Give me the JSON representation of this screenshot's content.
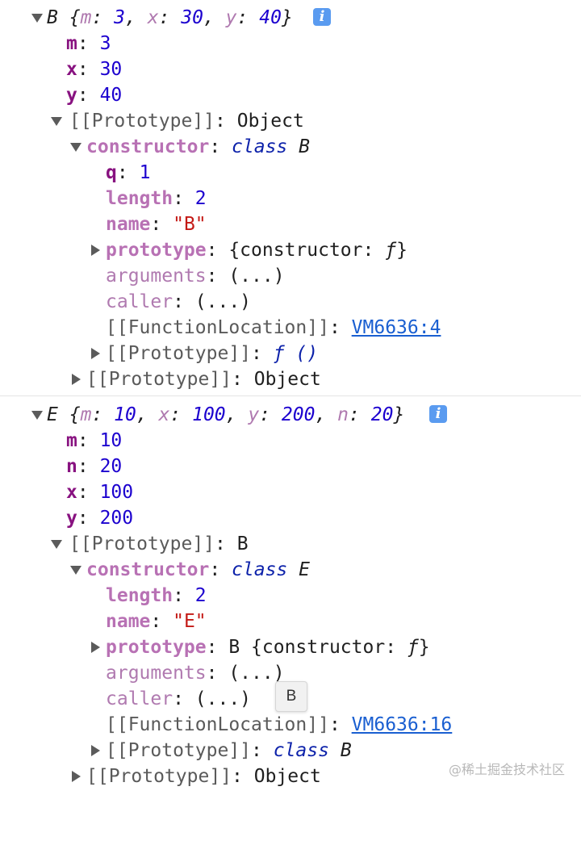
{
  "obj_b": {
    "summary": {
      "name": "B",
      "open": "{",
      "k1": "m",
      "v1": "3",
      "k2": "x",
      "v2": "30",
      "k3": "y",
      "v3": "40",
      "close": "}"
    },
    "props": [
      {
        "key": "m",
        "value": "3"
      },
      {
        "key": "x",
        "value": "30"
      },
      {
        "key": "y",
        "value": "40"
      }
    ],
    "proto_label": "[[Prototype]]",
    "proto_value": "Object",
    "constructor_key": "constructor",
    "class_kw": "class",
    "class_name": "B",
    "q_key": "q",
    "q_value": "1",
    "length_key": "length",
    "length_value": "2",
    "name_key": "name",
    "name_value": "\"B\"",
    "prototype_key": "prototype",
    "prototype_value": "{constructor: ",
    "prototype_f": "ƒ",
    "prototype_close": "}",
    "arguments_key": "arguments",
    "arguments_value": "(...)",
    "caller_key": "caller",
    "caller_value": "(...)",
    "fnloc_key": "[[FunctionLocation]]",
    "fnloc_value": "VM6636:4",
    "inner_proto_key": "[[Prototype]]",
    "inner_proto_value": "ƒ ()",
    "outer_proto_key": "[[Prototype]]",
    "outer_proto_value": "Object"
  },
  "obj_e": {
    "summary": {
      "name": "E",
      "open": "{",
      "k1": "m",
      "v1": "10",
      "k2": "x",
      "v2": "100",
      "k3": "y",
      "v3": "200",
      "k4": "n",
      "v4": "20",
      "close": "}"
    },
    "props": [
      {
        "key": "m",
        "value": "10"
      },
      {
        "key": "n",
        "value": "20"
      },
      {
        "key": "x",
        "value": "100"
      },
      {
        "key": "y",
        "value": "200"
      }
    ],
    "proto_label": "[[Prototype]]",
    "proto_value": "B",
    "constructor_key": "constructor",
    "class_kw": "class",
    "class_name": "E",
    "length_key": "length",
    "length_value": "2",
    "name_key": "name",
    "name_value": "\"E\"",
    "prototype_key": "prototype",
    "prototype_value_b": "B ",
    "prototype_value": "{constructor: ",
    "prototype_f": "ƒ",
    "prototype_close": "}",
    "arguments_key": "arguments",
    "arguments_value": "(...)",
    "caller_key": "caller",
    "caller_value": "(...)",
    "fnloc_key": "[[FunctionLocation]]",
    "fnloc_value": "VM6636:16",
    "inner_proto_key": "[[Prototype]]",
    "inner_proto_value_kw": "class",
    "inner_proto_value_name": "B",
    "outer_proto_key": "[[Prototype]]",
    "outer_proto_value": "Object"
  },
  "info_icon": "i",
  "tooltip_text": "B",
  "watermark": "@稀土掘金技术社区",
  "colors": {
    "own_key": "#881280",
    "inherited_key": "#b871b4",
    "number": "#1c00cf",
    "string": "#c41a16",
    "keyword": "#0d22aa",
    "link": "#1a5fd1",
    "info": "#5a9bf0"
  }
}
